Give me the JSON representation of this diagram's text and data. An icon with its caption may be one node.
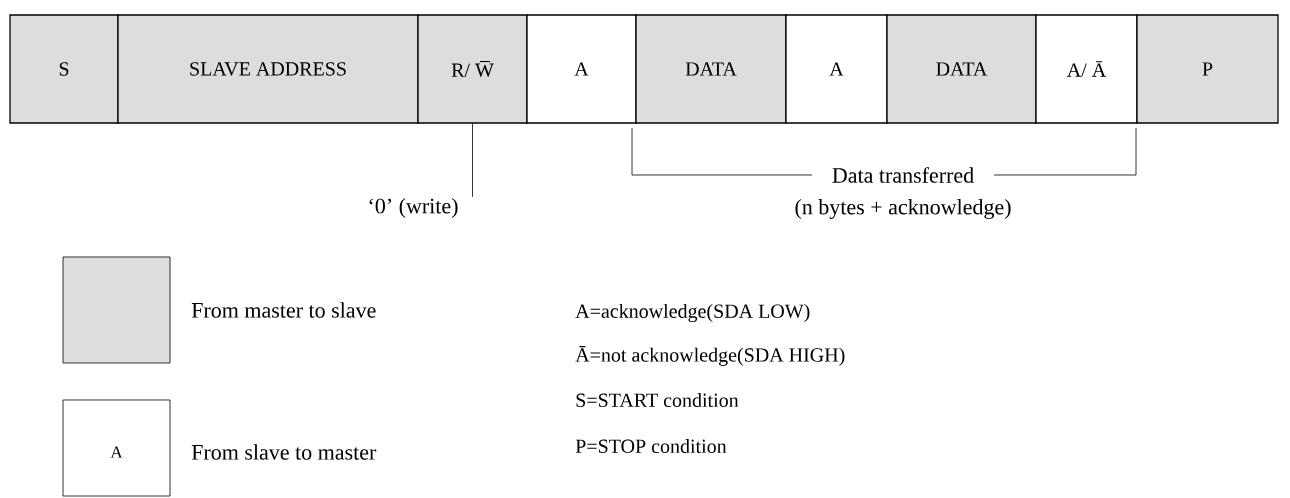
{
  "diagram": {
    "nodes": [
      {
        "text": [
          "S"
        ]
      },
      {
        "text": [
          "SLAVE ADDRESS"
        ]
      },
      {
        "text": [
          "R/ W̅"
        ]
      },
      {
        "text": [
          "A"
        ]
      },
      {
        "text": [
          "DATA"
        ]
      },
      {
        "text": [
          "A"
        ]
      },
      {
        "text": [
          "DATA"
        ]
      },
      {
        "text": [
          "A/ Ā"
        ]
      },
      {
        "text": [
          "P"
        ]
      },
      {
        "text": [
          "‘0’ (write)"
        ]
      }
    ],
    "edges": [
      {
        "from": 2,
        "to": 9,
        "arrow": "none"
      }
    ],
    "labels": [
      "Data transferred",
      "(n bytes + acknowledge)",
      "A",
      "A=acknowledge(SDA LOW)",
      "Ā=not acknowledge(SDA HIGH)",
      "S=START condition",
      "P=STOP condition"
    ],
    "legend": [
      {
        "text": "From master to slave",
        "color": "#dcdddf"
      },
      {
        "text": "From slave to master"
      }
    ]
  }
}
